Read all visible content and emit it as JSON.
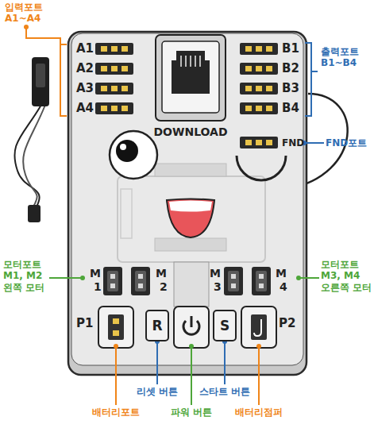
{
  "diagram": {
    "nodes": [
      {
        "text": [
          "R"
        ]
      },
      {
        "text": [
          "S"
        ]
      }
    ],
    "labels": [
      "입력포트 A1~A4",
      "A1",
      "A2",
      "A3",
      "A4",
      "DOWNLOAD",
      "B1",
      "B2",
      "B3",
      "B4",
      "출력포트 B1~B4",
      "FND",
      "FND포트",
      "모터포트 M1, M2 왼쪽 모터",
      "M",
      "1",
      "M",
      "2",
      "M",
      "3",
      "M",
      "4",
      "모터포트 M3, M4 오른쪽 모터",
      "P1",
      "P2",
      "리셋 버튼",
      "파워 버튼",
      "스타트 버튼",
      "배터리포트",
      "배터리점퍼"
    ]
  }
}
